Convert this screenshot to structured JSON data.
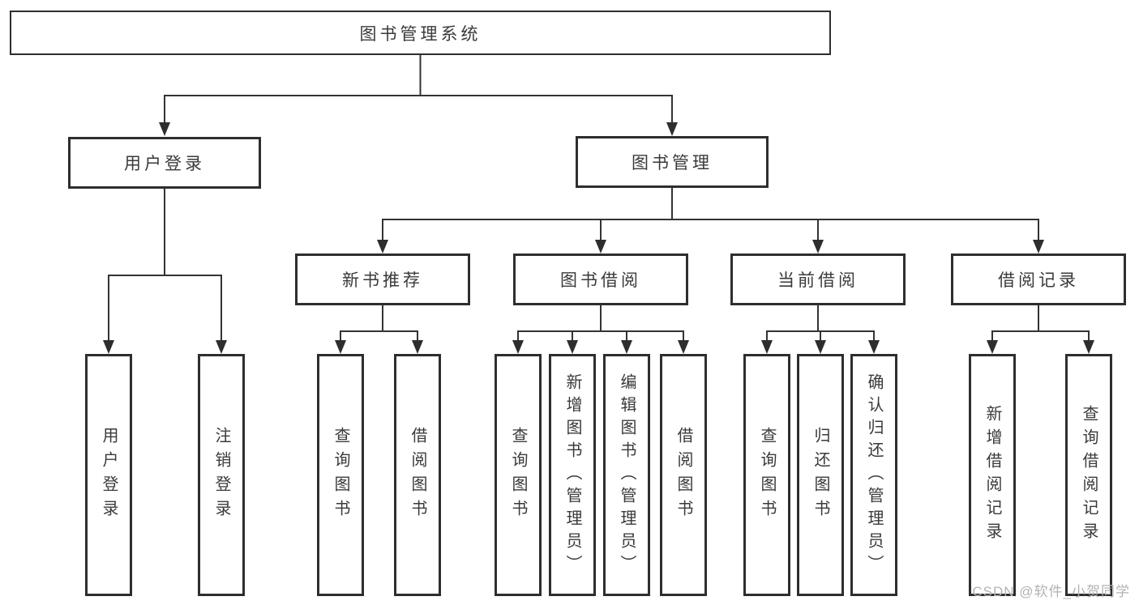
{
  "diagram": {
    "type": "hierarchy-tree",
    "title_node": "图书管理系统",
    "nodes": {
      "root": "图书管理系统",
      "user_login": "用户登录",
      "book_mgmt": "图书管理",
      "new_book_rec": "新书推荐",
      "book_borrow": "图书借阅",
      "current_borrow": "当前借阅",
      "borrow_records": "借阅记录",
      "ul_login": "用户登录",
      "ul_logout": "注销登录",
      "rec_query_book": "查询图书",
      "rec_borrow_book": "借阅图书",
      "bor_query_book": "查询图书",
      "bor_add_book": "新增图书（管理员）",
      "bor_edit_book": "编辑图书（管理员）",
      "bor_borrow_book": "借阅图书",
      "cur_query_book": "查询图书",
      "cur_return_book": "归还图书",
      "cur_confirm_return": "确认归还（管理员）",
      "brec_add_record": "新增借阅记录",
      "brec_query_record": "查询借阅记录"
    },
    "colors": {
      "line": "#333333",
      "box_border": "#2e2e2e",
      "text": "#3a3a3a",
      "watermark": "#b3b3b3",
      "background": "#ffffff"
    }
  },
  "watermark": "CSDN @软件_小贺同学"
}
